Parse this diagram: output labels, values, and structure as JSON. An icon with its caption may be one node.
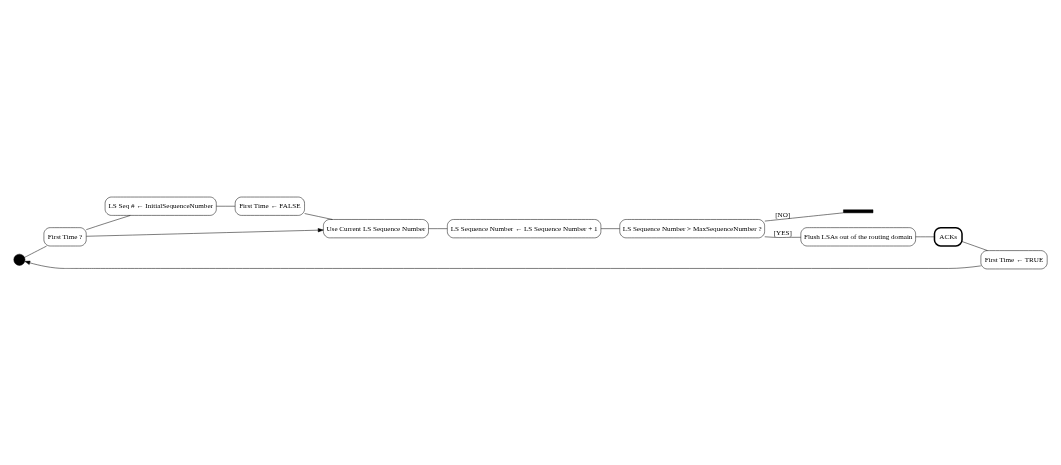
{
  "diagram": {
    "nodes": [
      {
        "text": [],
        "shape": "circle"
      },
      {
        "text": [
          "First Time ?"
        ]
      },
      {
        "text": [
          "LS Seq # ← InitialSequenceNumber"
        ]
      },
      {
        "text": [
          "First Time ← FALSE"
        ]
      },
      {
        "text": [
          "Use Current LS Sequence Number"
        ]
      },
      {
        "text": [
          "LS Sequence Number ← LS Sequence Number + 1"
        ]
      },
      {
        "text": [
          "LS Sequence Number > MaxSequenceNumber ?"
        ]
      },
      {
        "text": [],
        "shape": "bar"
      },
      {
        "text": [
          "Flush LSAs out of the routing domain"
        ]
      },
      {
        "text": [
          "ACKs"
        ]
      },
      {
        "text": [
          "First Time ← TRUE"
        ]
      }
    ],
    "edges": [
      {
        "from": 0,
        "to": 1,
        "arrow": "none"
      },
      {
        "from": 1,
        "to": 2,
        "arrow": "none"
      },
      {
        "from": 2,
        "to": 3,
        "arrow": "none"
      },
      {
        "from": 1,
        "to": 4,
        "arrow": "to"
      },
      {
        "from": 3,
        "to": 4,
        "arrow": "none"
      },
      {
        "from": 4,
        "to": 5,
        "arrow": "none"
      },
      {
        "from": 5,
        "to": 6,
        "arrow": "none"
      },
      {
        "from": 6,
        "to": 7,
        "label": "[NO]",
        "arrow": "none"
      },
      {
        "from": 6,
        "to": 8,
        "label": "[YES]",
        "arrow": "none"
      },
      {
        "from": 8,
        "to": 9,
        "arrow": "none"
      },
      {
        "from": 9,
        "to": 10,
        "arrow": "none"
      },
      {
        "from": 10,
        "to": 0,
        "arrow": "to"
      }
    ]
  }
}
